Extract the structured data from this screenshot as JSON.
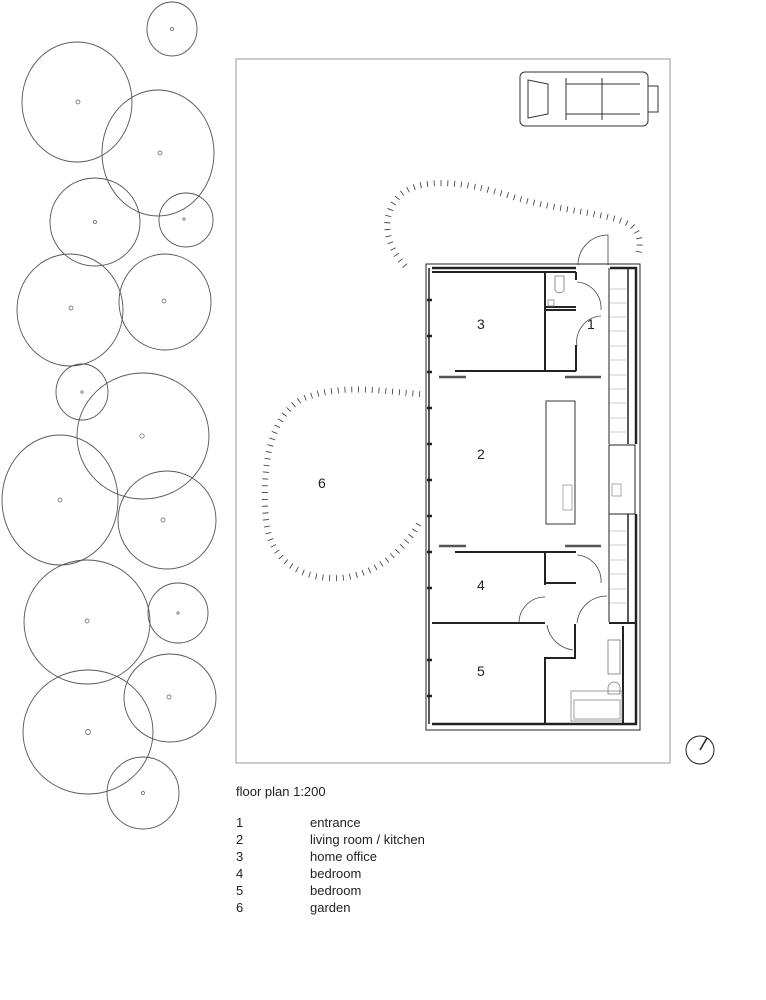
{
  "rooms": [
    {
      "num": "3"
    },
    {
      "num": "1"
    },
    {
      "num": "2"
    },
    {
      "num": "4"
    },
    {
      "num": "5"
    },
    {
      "num": "6"
    }
  ],
  "legend": {
    "title": "floor plan 1:200",
    "items": [
      {
        "num": "1",
        "label": "entrance"
      },
      {
        "num": "2",
        "label": "living room / kitchen"
      },
      {
        "num": "3",
        "label": "home office"
      },
      {
        "num": "4",
        "label": "bedroom"
      },
      {
        "num": "5",
        "label": "bedroom"
      },
      {
        "num": "6",
        "label": "garden"
      }
    ]
  },
  "colors": {
    "line": "#222222",
    "tree": "#555555",
    "site": "#999999"
  }
}
